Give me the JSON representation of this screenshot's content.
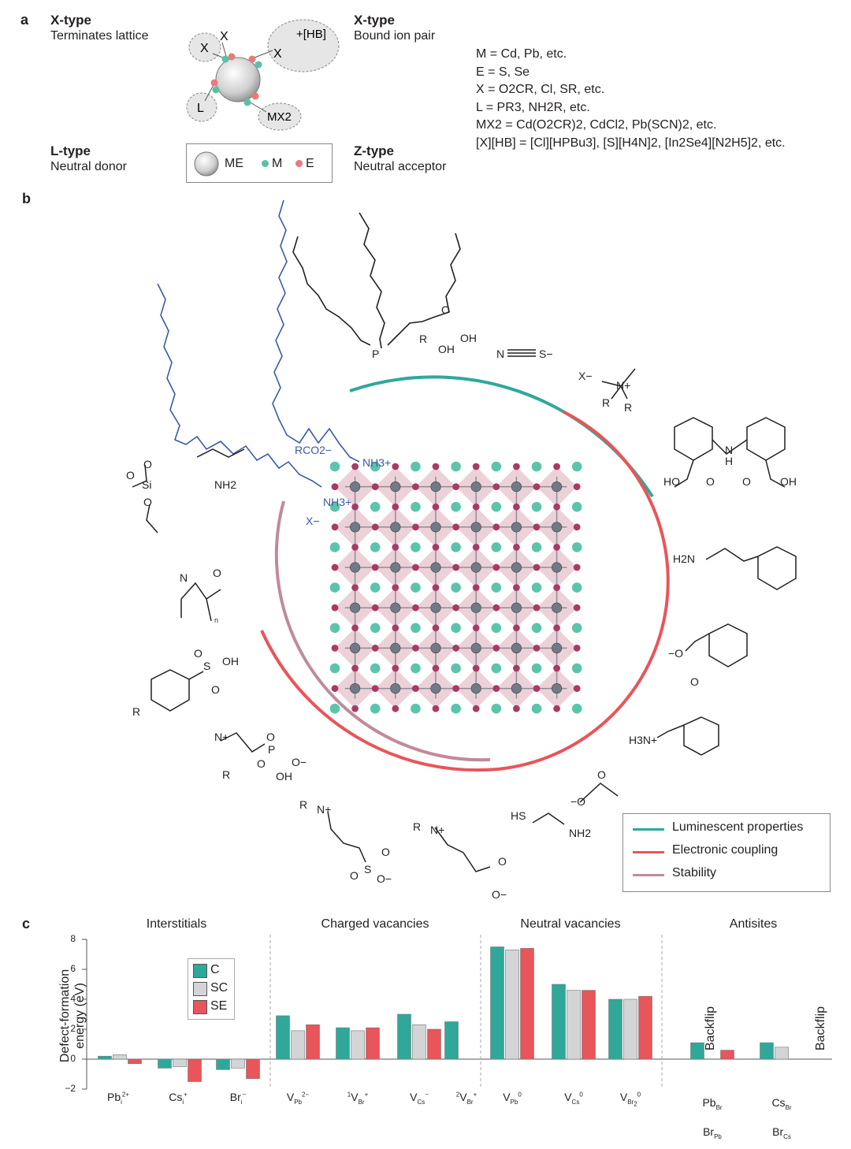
{
  "panel_a": {
    "label": "a",
    "x_type_1": {
      "title": "X-type",
      "desc": "Terminates lattice"
    },
    "x_type_2": {
      "title": "X-type",
      "desc": "Bound ion pair"
    },
    "l_type": {
      "title": "L-type",
      "desc": "Neutral donor"
    },
    "z_type": {
      "title": "Z-type",
      "desc": "Neutral acceptor"
    },
    "sphere_labels": {
      "x1": "X",
      "x2": "X",
      "hb": "+[HB]",
      "x3": "X",
      "l": "L",
      "mx2": "MX2"
    },
    "legend": {
      "me": "ME",
      "m": "M",
      "e": "E"
    },
    "definitions": [
      "M = Cd, Pb, etc.",
      "E = S, Se",
      "X = O2CR, Cl, SR, etc.",
      "L = PR3, NH2R, etc.",
      "MX2 = Cd(O2CR)2, CdCl2, Pb(SCN)2, etc.",
      "[X][HB] = [Cl][HPBu3], [S][H4N]2, [In2Se4][N2H5]2, etc."
    ],
    "colors": {
      "m": "#5bbfaa",
      "e": "#e77b7b",
      "sphere": "#d9d9d9"
    }
  },
  "panel_b": {
    "label": "b",
    "molecule_labels": {
      "rco2": "RCO2−",
      "nh3_1": "NH3+",
      "nh3_2": "NH3+",
      "x_minus": "X−",
      "p": "P",
      "phos_r": "R",
      "phos_oh1": "OH",
      "phos_oh2": "OH",
      "phos_o": "O",
      "scn_n": "N",
      "scn_s": "S−",
      "quat_x": "X−",
      "quat_n": "N+",
      "quat_r1": "R",
      "quat_r2": "R",
      "dpa_nh": "N",
      "dpa_h": "H",
      "dpa_ho": "HO",
      "dpa_o1": "O",
      "dpa_o2": "O",
      "dpa_oh": "OH",
      "silane_o1": "O",
      "silane_o2": "O",
      "silane_o3": "O",
      "silane_si": "Si",
      "silane_nh2": "NH2",
      "pvp_n": "N",
      "pvp_o": "O",
      "pvp_n_sub": "n",
      "cinn_nh2": "H2N",
      "benzoate_o": "−O",
      "benzoate_o2": "O",
      "benzyl_nh3": "H3N+",
      "sulfonic_r": "R",
      "sulfonic_s": "S",
      "sulfonic_oh": "OH",
      "sulfonic_o1": "O",
      "sulfonic_o2": "O",
      "pc_n": "N+",
      "pc_p": "P",
      "pc_o": "O",
      "pc_ominus": "O−",
      "pc_oh": "OH",
      "pc_o2": "O",
      "pc_r": "R",
      "acetate_o": "−O",
      "acetate_o2": "O",
      "cys_hs": "HS",
      "cys_nh2": "NH2",
      "sb_r": "R",
      "sb_n": "N+",
      "sb_s": "S",
      "sb_o1": "O",
      "sb_o2": "O",
      "sb_ominus": "O−",
      "gb_r": "R",
      "gb_n": "N+",
      "gb_o": "O",
      "gb_ominus": "O−"
    },
    "legend": [
      {
        "label": "Luminescent properties",
        "color": "#2fa89a"
      },
      {
        "label": "Electronic coupling",
        "color": "#e8555a"
      },
      {
        "label": "Stability",
        "color": "#c08a9a"
      }
    ],
    "lattice_colors": {
      "cs": "#5cc4ab",
      "pb": "#6f7a85",
      "br": "#a83a67",
      "octa": "#e9c6ce"
    }
  },
  "panel_c": {
    "label": "c",
    "groups": [
      "Interstitials",
      "Charged vacancies",
      "Neutral vacancies",
      "Antisites"
    ],
    "legend": [
      "C",
      "SC",
      "SE"
    ],
    "backflip": "Backflip",
    "chart_data": {
      "type": "bar",
      "ylabel": "Defect-formation energy (eV)",
      "ylim": [
        -2,
        8
      ],
      "yticks": [
        "8",
        "6",
        "4",
        "2",
        "0",
        "−2"
      ],
      "categories": [
        "Pb_i^2+",
        "Cs_i^+",
        "Br_i^−",
        "V_Pb^2−",
        "1V_Br^+",
        "V_Cs^−",
        "2V_Br^+",
        "V_Pb^0",
        "V_Cs^0",
        "V_Br2^0",
        "Pb_Br / Br_Pb",
        "Cs_Br / Br_Cs"
      ],
      "series": [
        {
          "name": "C",
          "color": "#2fa89a",
          "values": [
            0.2,
            -0.6,
            -0.7,
            2.9,
            2.1,
            3.0,
            2.5,
            7.5,
            5.0,
            4.0,
            1.1,
            1.1
          ]
        },
        {
          "name": "SC",
          "color": "#d3d4d6",
          "values": [
            0.3,
            -0.5,
            -0.6,
            1.9,
            1.9,
            2.3,
            null,
            7.3,
            4.6,
            4.0,
            null,
            0.8
          ]
        },
        {
          "name": "SE",
          "color": "#e8555a",
          "values": [
            -0.3,
            -1.5,
            -1.3,
            2.3,
            2.1,
            2.0,
            null,
            7.4,
            4.6,
            4.2,
            0.6,
            null
          ]
        }
      ]
    }
  }
}
